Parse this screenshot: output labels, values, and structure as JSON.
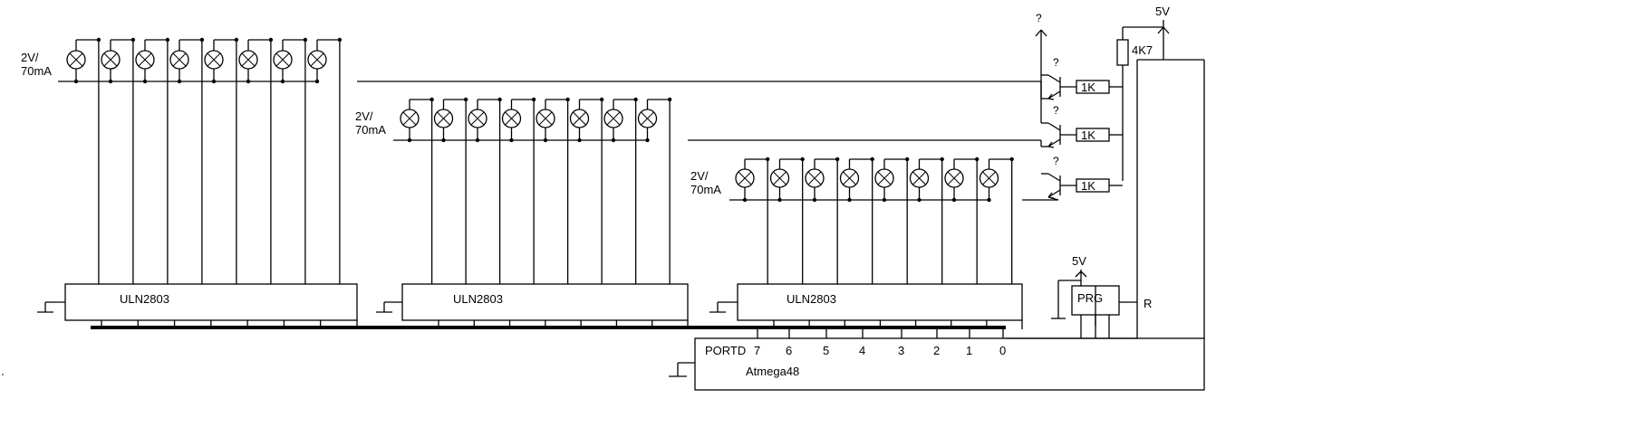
{
  "diagram": {
    "lamp_rating_line1": "2V/",
    "lamp_rating_line2": "70mA",
    "driver_ic": "ULN2803",
    "mcu_name": "Atmega48",
    "port_label": "PORTD",
    "port_pins": [
      "7",
      "6",
      "5",
      "4",
      "3",
      "2",
      "1",
      "0"
    ],
    "transistor_mark": "?",
    "supply_label": "5V",
    "base_resistor": "1K",
    "pullup_resistor": "4K7",
    "programmer_label": "PRG",
    "reset_pin_label": "R",
    "lamps_per_row": 8,
    "rows": 3
  }
}
